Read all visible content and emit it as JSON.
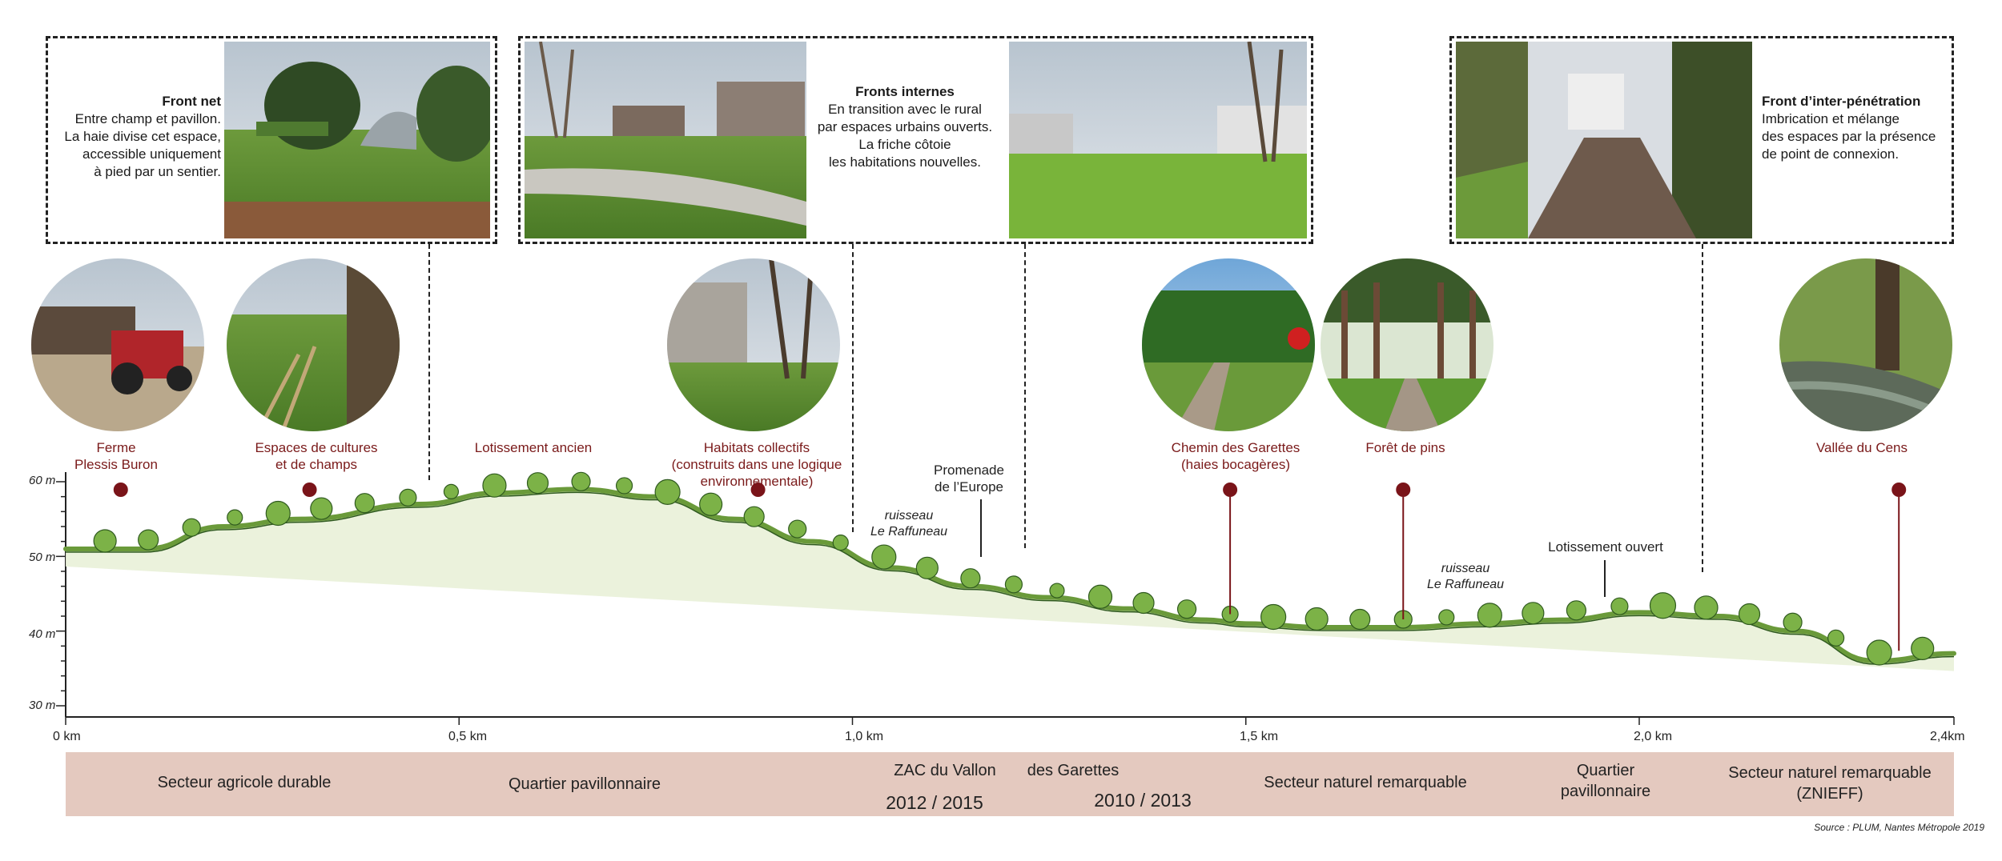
{
  "fronts": [
    {
      "id": "front-net",
      "title": "Front net",
      "lines": [
        "Entre  champ et  pavillon.",
        "La haie divise cet espace,",
        "accessible uniquement",
        "à pied par un sentier."
      ]
    },
    {
      "id": "fronts-internes",
      "title": "Fronts internes",
      "lines": [
        "En transition avec le rural",
        "par espaces urbains ouverts.",
        "La friche côtoie",
        "les habitations nouvelles."
      ]
    },
    {
      "id": "front-inter",
      "title": "Front d’inter-pénétration",
      "lines": [
        "Imbrication et mélange",
        "des espaces par la présence",
        "de point de connexion."
      ]
    }
  ],
  "locations": [
    {
      "id": "ferme",
      "lines": [
        "Ferme",
        "Plessis Buron"
      ]
    },
    {
      "id": "cultures",
      "lines": [
        "Espaces de cultures",
        "et de champs"
      ]
    },
    {
      "id": "lotissement-ancien",
      "lines": [
        "Lotissement ancien"
      ]
    },
    {
      "id": "habitats",
      "lines": [
        "Habitats collectifs",
        "(construits dans une logique",
        "environnementale)"
      ]
    },
    {
      "id": "chemin",
      "lines": [
        "Chemin des Garettes",
        "(haies bocagères)"
      ]
    },
    {
      "id": "foret",
      "lines": [
        "Forêt de pins"
      ]
    },
    {
      "id": "vallee",
      "lines": [
        "Vallée du Cens"
      ]
    }
  ],
  "annotations": {
    "promenade": [
      "Promenade",
      "de l’Europe"
    ],
    "ruisseau_1": [
      "ruisseau",
      "Le Raffuneau"
    ],
    "ruisseau_2": [
      "ruisseau",
      "Le Raffuneau"
    ],
    "lotissement_ouvert": "Lotissement ouvert"
  },
  "axis": {
    "y_ticks": [
      "60 m",
      "50 m",
      "40 m",
      "30 m"
    ],
    "x_ticks": [
      "0 km",
      "0,5 km",
      "1,0 km",
      "1,5 km",
      "2,0 km",
      "2,4km"
    ]
  },
  "chart_data": {
    "type": "area",
    "title": "",
    "xlabel": "",
    "ylabel": "",
    "x_unit": "km",
    "y_unit": "m",
    "xlim": [
      0,
      2.4
    ],
    "ylim": [
      29,
      62
    ],
    "x": [
      0.0,
      0.1,
      0.2,
      0.3,
      0.45,
      0.55,
      0.65,
      0.75,
      0.85,
      0.95,
      1.05,
      1.15,
      1.25,
      1.35,
      1.45,
      1.5,
      1.6,
      1.7,
      1.8,
      1.9,
      2.0,
      2.1,
      2.2,
      2.3,
      2.4
    ],
    "y": [
      51,
      51,
      54,
      55,
      57,
      58.5,
      59,
      58,
      55,
      52,
      48.5,
      46,
      44.5,
      43,
      41.5,
      41,
      40.5,
      40.5,
      41,
      41.5,
      42.5,
      42,
      40,
      36,
      37
    ],
    "series": [
      {
        "values": [
          51,
          51,
          54,
          55,
          57,
          58.5,
          59,
          58,
          55,
          52,
          48.5,
          46,
          44.5,
          43,
          41.5,
          41,
          40.5,
          40.5,
          41,
          41.5,
          42.5,
          42,
          40,
          36,
          37
        ]
      }
    ],
    "marker_positions_km": [
      0.07,
      0.31,
      0.88,
      1.48,
      1.7,
      2.33
    ],
    "grid": false,
    "legend": "none"
  },
  "sectors": [
    {
      "id": "agricole",
      "lines": [
        "Secteur agricole durable"
      ]
    },
    {
      "id": "pavillonnaire",
      "lines": [
        "Quartier pavillonnaire"
      ]
    },
    {
      "id": "zac",
      "lines": [
        "ZAC du Vallon"
      ]
    },
    {
      "id": "garettes",
      "lines": [
        "des Garettes"
      ]
    },
    {
      "id": "naturel",
      "lines": [
        "Secteur naturel remarquable"
      ]
    },
    {
      "id": "pavillonnaire-2",
      "lines": [
        "Quartier",
        "pavillonnaire"
      ]
    },
    {
      "id": "znieff",
      "lines": [
        "Secteur naturel remarquable",
        "(ZNIEFF)"
      ]
    }
  ],
  "years": [
    "2012 / 2015",
    "2010 / 2013"
  ],
  "source": "Source : PLUM, Nantes Métropole 2019",
  "colors": {
    "accent": "#7a1419",
    "band": "#e4c9bf",
    "dash": "#222222",
    "grass": "#6aa84f"
  }
}
